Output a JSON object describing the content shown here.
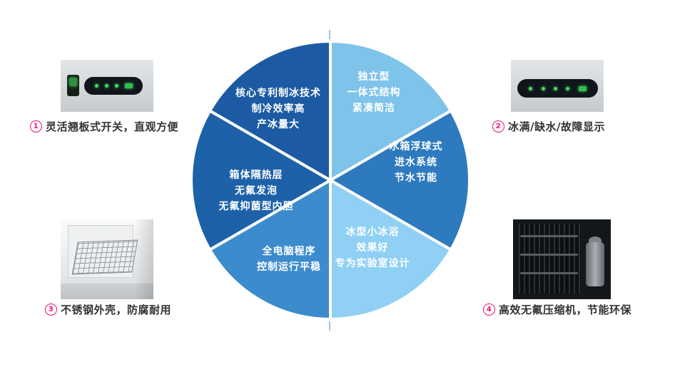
{
  "page": {
    "background": "#ffffff"
  },
  "pie": {
    "tick_color": "#9fc3dc",
    "divider_color": "#ffffff",
    "sectors": [
      {
        "id": "independent-structure",
        "color": "#7ec3ea",
        "lines": [
          "独立型",
          "一体式结构",
          "紧凑简洁"
        ]
      },
      {
        "id": "water-tank-system",
        "color": "#2e7abf",
        "lines": [
          "水箱浮球式",
          "进水系统",
          "节水节能"
        ]
      },
      {
        "id": "ice-bath-design",
        "color": "#8fd0f4",
        "lines": [
          "冰型小冰浴",
          "效果好",
          "专为实验室设计"
        ]
      },
      {
        "id": "computer-control",
        "color": "#3c8bcd",
        "lines": [
          "全电脑程序",
          "控制运行平稳"
        ]
      },
      {
        "id": "cabinet-insulation",
        "color": "#1d61a8",
        "lines": [
          "箱体隔热层",
          "无氟发泡",
          "无氟抑菌型内胆"
        ]
      },
      {
        "id": "core-patent-tech",
        "color": "#1c5ba3",
        "lines": [
          "核心专利制冰技术",
          "制冷效率高",
          "产冰量大"
        ]
      }
    ]
  },
  "features": [
    {
      "num": "1",
      "caption": "灵活翘板式开关，直观方便"
    },
    {
      "num": "2",
      "caption": "冰满/缺水/故障显示"
    },
    {
      "num": "3",
      "caption": "不锈钢外壳，防腐耐用"
    },
    {
      "num": "4",
      "caption": "高效无氟压缩机，节能环保"
    }
  ],
  "accent": {
    "pink": "#ec1277",
    "led_green": "#46d95e"
  }
}
